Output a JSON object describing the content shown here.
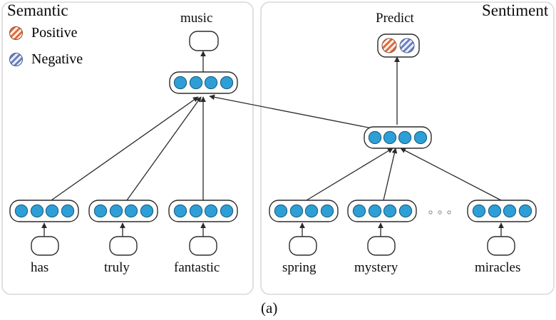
{
  "figure": {
    "caption": "(a)",
    "colors": {
      "node_fill": "#2E9FD6",
      "node_stroke": "#1b5f80",
      "panel_border": "#d6d6d6",
      "line": "#2b2b2b",
      "positive_stripe": "#e06a3a",
      "negative_stripe": "#6a7fc0",
      "ellipsis": "#9a9a9a"
    }
  },
  "panels": [
    {
      "id": "semantic",
      "title": "Semantic",
      "title_align": "left",
      "legend": [
        {
          "label": "Positive",
          "icon": "striped-circle-positive-icon"
        },
        {
          "label": "Negative",
          "icon": "striped-circle-negative-icon"
        }
      ],
      "output": {
        "label": "music",
        "node": "empty-pill-node"
      },
      "composition": {
        "units": 4
      },
      "words": [
        {
          "text": "has",
          "units": 4
        },
        {
          "text": "truly",
          "units": 4
        },
        {
          "text": "fantastic",
          "units": 4
        }
      ]
    },
    {
      "id": "sentiment",
      "title": "Sentiment",
      "title_align": "right",
      "output": {
        "label": "Predict",
        "classes": [
          {
            "icon": "striped-circle-positive-icon"
          },
          {
            "icon": "striped-circle-negative-icon"
          }
        ]
      },
      "composition": {
        "units": 4
      },
      "ellipsis": "o o o",
      "words": [
        {
          "text": "spring",
          "units": 4
        },
        {
          "text": "mystery",
          "units": 4
        },
        {
          "text": "miracles",
          "units": 4
        }
      ]
    }
  ]
}
